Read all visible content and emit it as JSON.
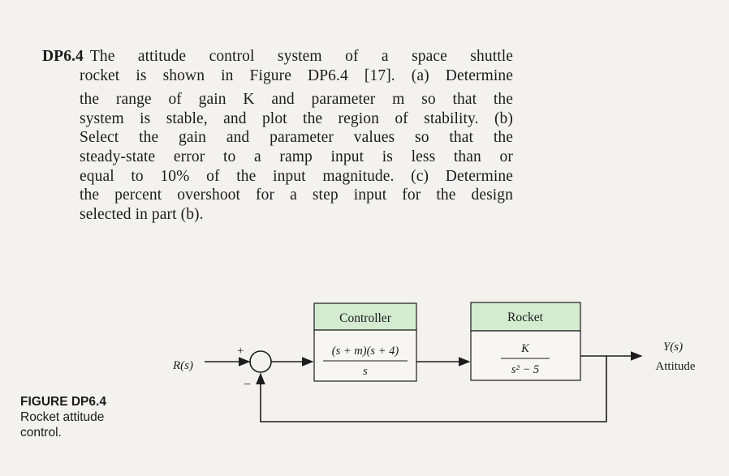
{
  "problem": {
    "number": "DP6.4",
    "lines": [
      "The attitude control system of a space shuttle",
      "rocket is shown in Figure DP6.4 [17]. (a) Determine",
      "the range of gain K and parameter m so that the",
      "system is stable, and plot the region of stability. (b)",
      "Select the gain and parameter values so that the",
      "steady-state error to a ramp input is less than or",
      "equal to 10% of the input magnitude. (c) Determine",
      "the percent overshoot for a step input for the design",
      "selected in part (b)."
    ]
  },
  "figure": {
    "label": "FIGURE DP6.4",
    "caption_line1": "Rocket attitude",
    "caption_line2": "control."
  },
  "diagram": {
    "input": "R(s)",
    "plus_sign": "+",
    "minus_sign": "−",
    "controller": {
      "title": "Controller",
      "numerator": "(s + m)(s + 4)",
      "denominator": "s"
    },
    "plant": {
      "title": "Rocket",
      "numerator": "K",
      "denominator": "s² − 5"
    },
    "output": "Y(s)",
    "output_label": "Attitude",
    "colors": {
      "block_header": "#d3ecd0",
      "line": "#1c1c1c"
    }
  }
}
